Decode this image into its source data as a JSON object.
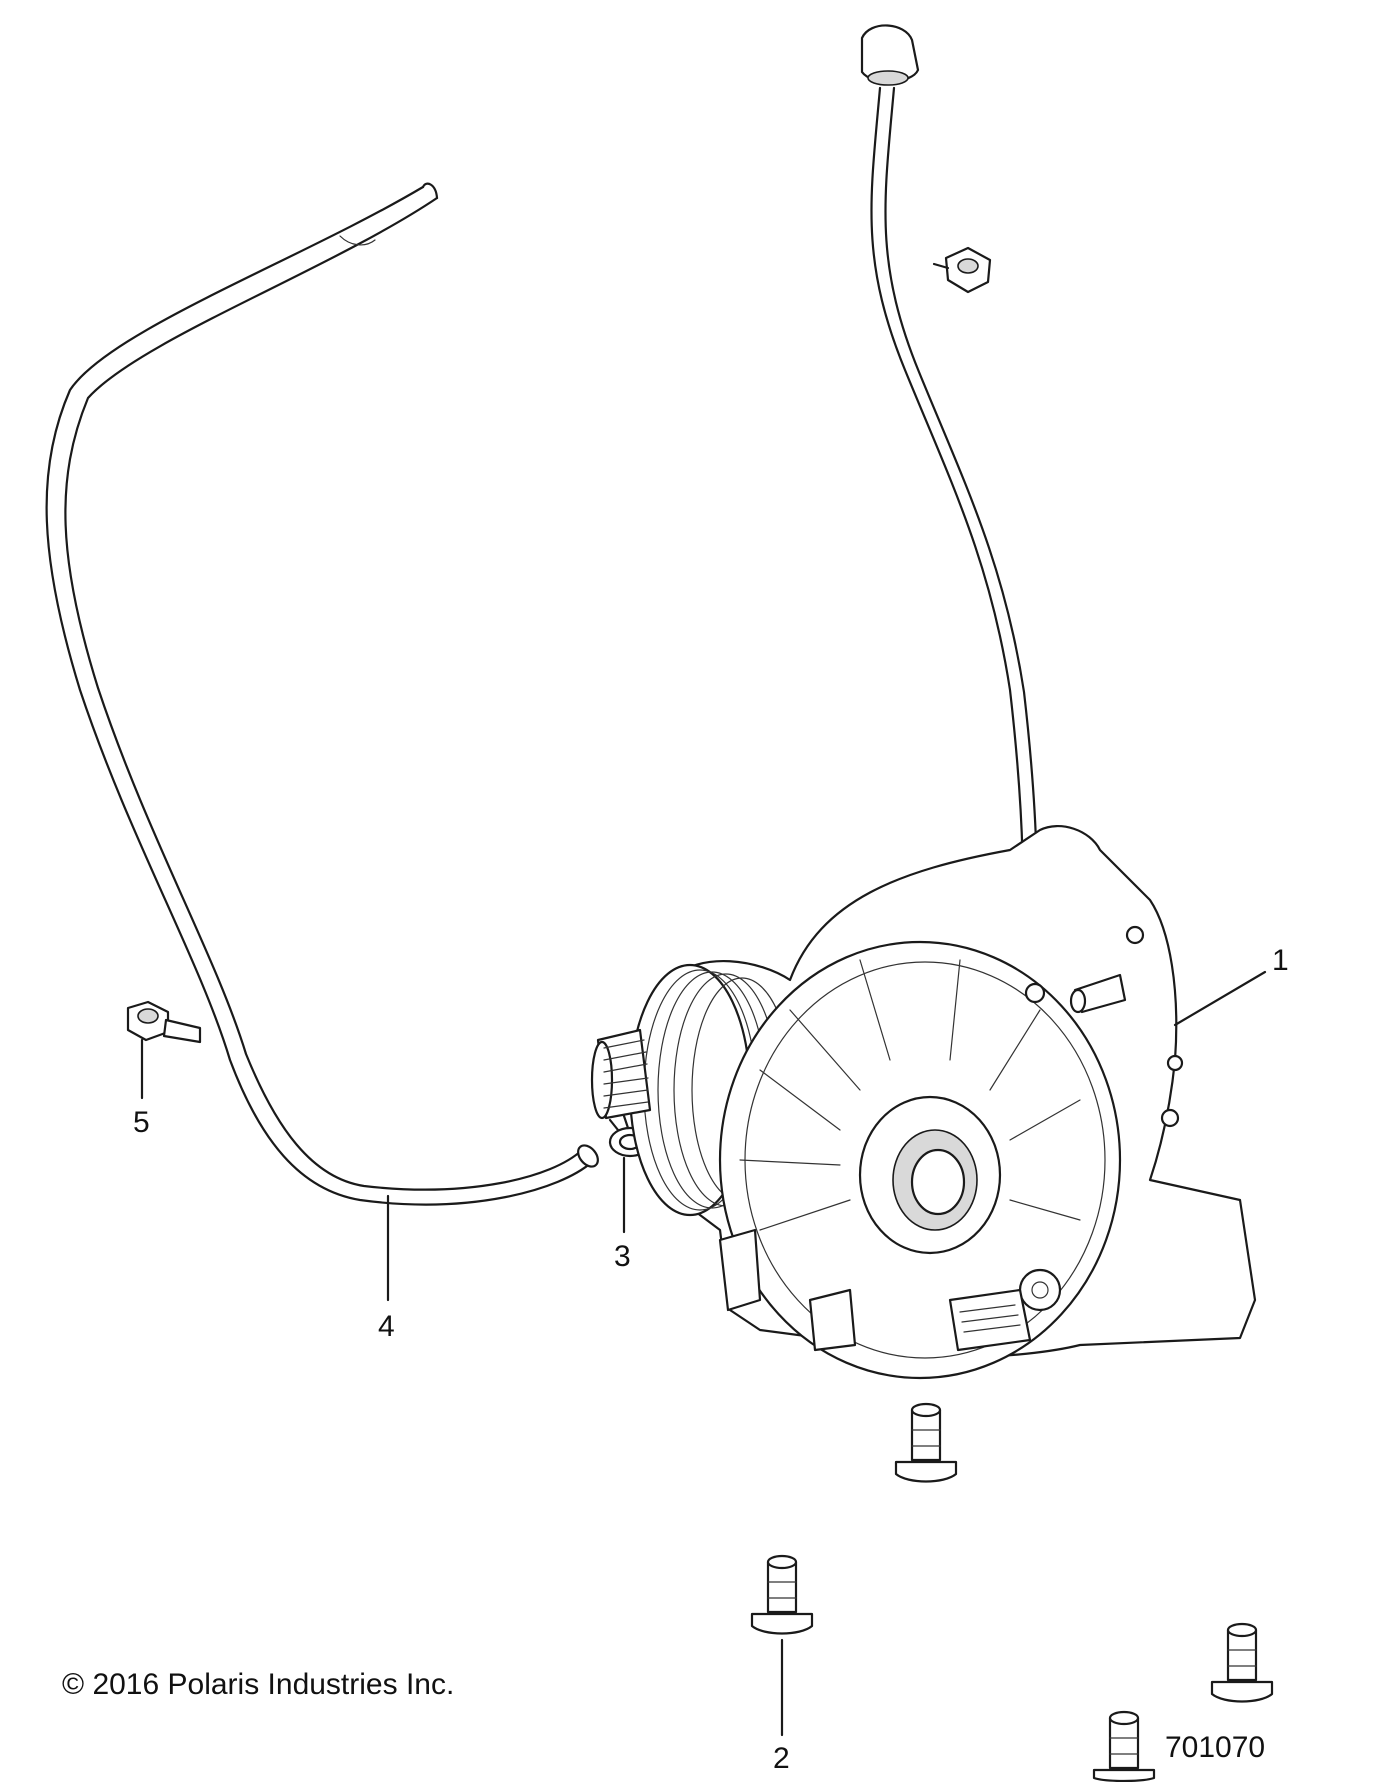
{
  "callouts": [
    {
      "number": "1",
      "part": "gearcase"
    },
    {
      "number": "2",
      "part": "bolt"
    },
    {
      "number": "3",
      "part": "clamp"
    },
    {
      "number": "4",
      "part": "vent-hose"
    },
    {
      "number": "5",
      "part": "hose-clip"
    }
  ],
  "copyright": "© 2016 Polaris Industries Inc.",
  "figure_id": "701070"
}
